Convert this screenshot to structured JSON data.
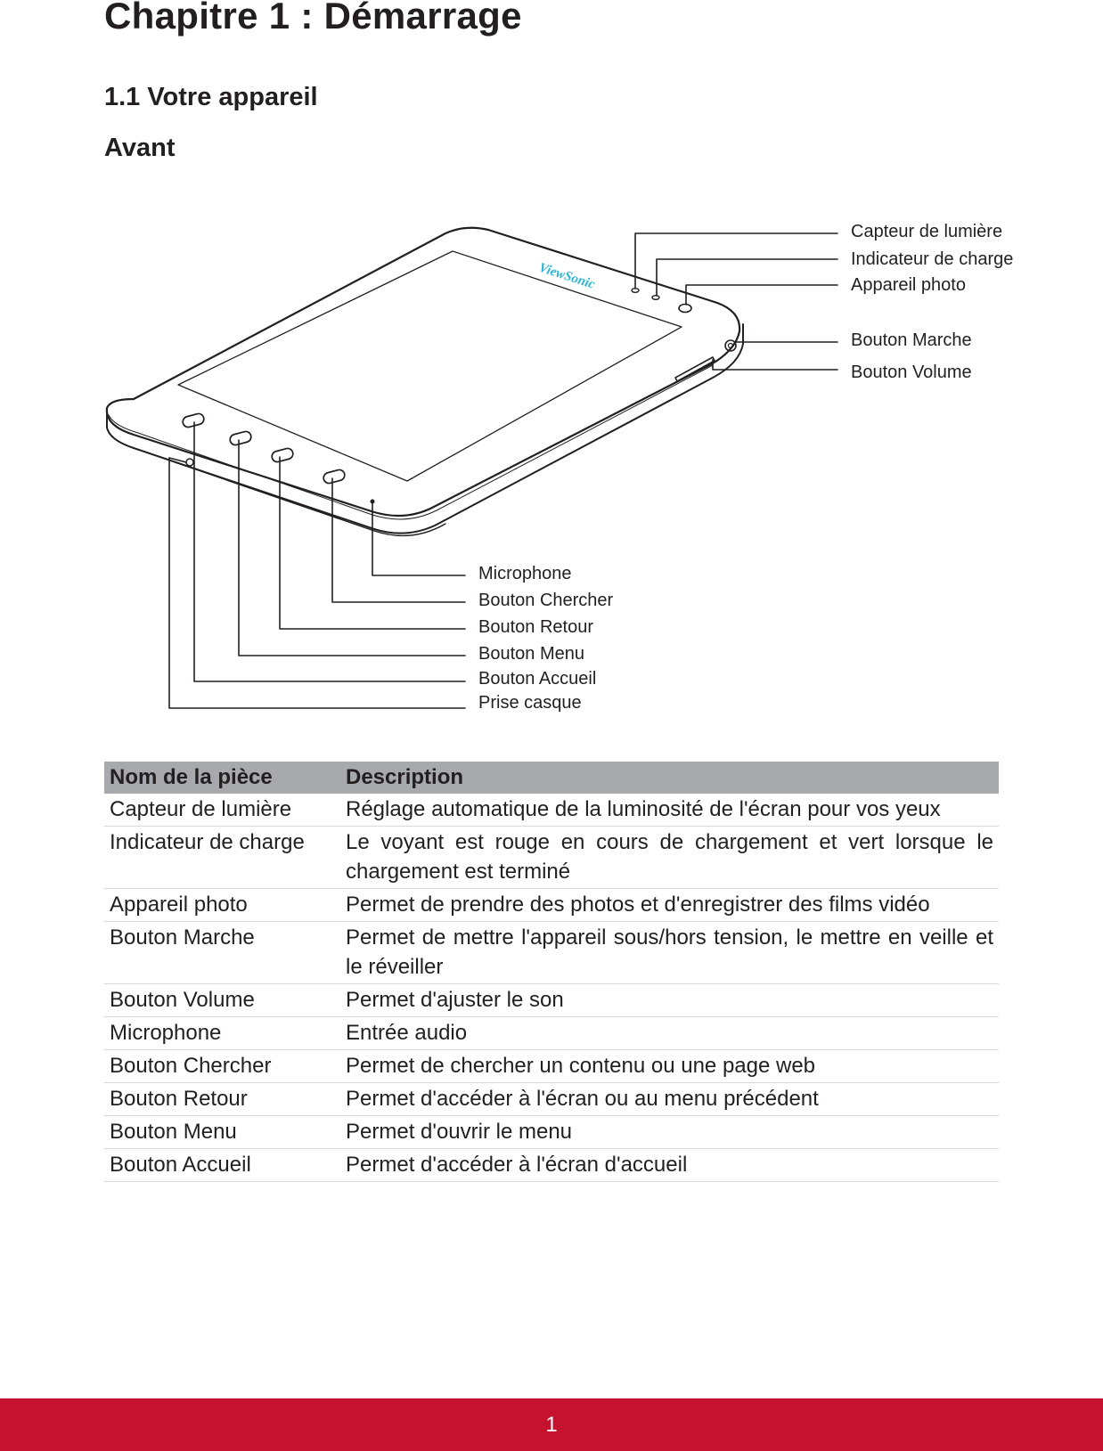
{
  "page": {
    "chapter_title": "Chapitre 1 : Démarrage",
    "section_title": "1.1 Votre appareil",
    "subsection_title": "Avant",
    "page_number": "1"
  },
  "diagram": {
    "brand_logo": "ViewSonic",
    "callouts_right": [
      "Capteur de lumière",
      "Indicateur de charge",
      "Appareil photo",
      "Bouton Marche",
      "Bouton Volume"
    ],
    "callouts_bottom": [
      "Microphone",
      "Bouton Chercher",
      "Bouton Retour",
      "Bouton Menu",
      "Bouton Accueil",
      "Prise casque"
    ]
  },
  "table": {
    "headers": [
      "Nom de la pièce",
      "Description"
    ],
    "rows": [
      [
        "Capteur de lumière",
        "Réglage automatique de la luminosité de l'écran pour vos yeux"
      ],
      [
        "Indicateur de charge",
        "Le voyant est rouge en cours de chargement et vert lorsque le chargement est terminé"
      ],
      [
        "Appareil photo",
        "Permet de prendre des photos et d'enregistrer des films vidéo"
      ],
      [
        "Bouton Marche",
        "Permet de mettre l'appareil sous/hors tension, le mettre en veille et le réveiller"
      ],
      [
        "Bouton Volume",
        "Permet d'ajuster le son"
      ],
      [
        "Microphone",
        "Entrée audio"
      ],
      [
        "Bouton Chercher",
        "Permet de chercher un contenu ou une page web"
      ],
      [
        "Bouton Retour",
        "Permet d'accéder à l'écran ou au menu précédent"
      ],
      [
        "Bouton Menu",
        "Permet d'ouvrir le menu"
      ],
      [
        "Bouton Accueil",
        "Permet d'accéder à l'écran d'accueil"
      ]
    ]
  },
  "colors": {
    "footer_bar": "#c4122f",
    "table_header": "#a7a9ac",
    "logo": "#2bb5d8"
  }
}
